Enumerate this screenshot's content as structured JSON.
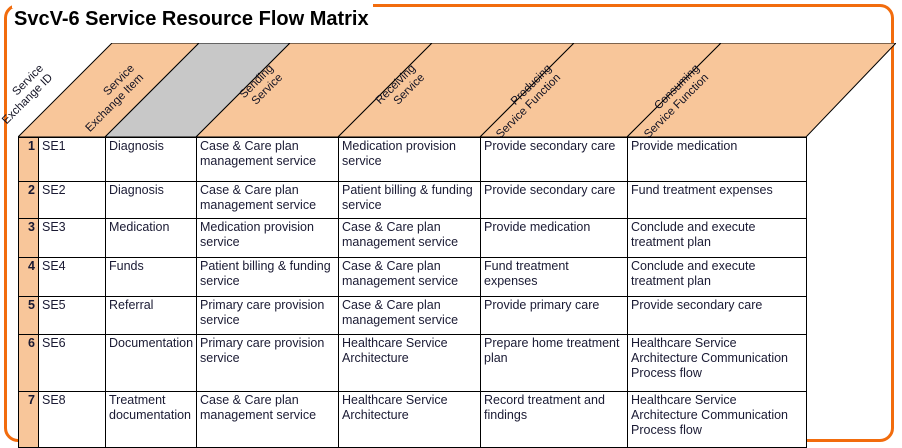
{
  "title": "SvcV-6 Service Resource Flow Matrix",
  "colors": {
    "frame_border": "#f26c0d",
    "header_orange": "#f8c69a",
    "header_gray": "#c8c8c8",
    "grid_line": "#000000",
    "cell_text": "#1a1a33",
    "rownum_bg": "#f8c69a"
  },
  "header": {
    "columns": [
      {
        "label_lines": [
          "Service",
          "Exchange ID"
        ],
        "fill": "orange"
      },
      {
        "label_lines": [
          "Service",
          "Exchange Item"
        ],
        "fill": "gray"
      },
      {
        "label_lines": [
          "Sending",
          "Service"
        ],
        "fill": "orange"
      },
      {
        "label_lines": [
          "Receiving",
          "Service"
        ],
        "fill": "orange"
      },
      {
        "label_lines": [
          "Producing",
          "Service Function"
        ],
        "fill": "orange"
      },
      {
        "label_lines": [
          "Consuming",
          "Service Function"
        ],
        "fill": "orange"
      }
    ]
  },
  "table": {
    "rows": [
      {
        "num": "1",
        "exchange_id": "SE1",
        "exchange_item": "Diagnosis",
        "sending_service": "Case & Care plan management service",
        "receiving_service": "Medication provision service",
        "producing_function": "Provide secondary care",
        "consuming_function": "Provide medication"
      },
      {
        "num": "2",
        "exchange_id": "SE2",
        "exchange_item": "Diagnosis",
        "sending_service": "Case & Care plan management service",
        "receiving_service": "Patient billing & funding service",
        "producing_function": "Provide secondary care",
        "consuming_function": "Fund treatment expenses"
      },
      {
        "num": "3",
        "exchange_id": "SE3",
        "exchange_item": "Medication",
        "sending_service": "Medication provision service",
        "receiving_service": "Case & Care plan management service",
        "producing_function": "Provide medication",
        "consuming_function": "Conclude and execute treatment plan"
      },
      {
        "num": "4",
        "exchange_id": "SE4",
        "exchange_item": "Funds",
        "sending_service": "Patient billing & funding service",
        "receiving_service": "Case & Care plan management service",
        "producing_function": "Fund treatment expenses",
        "consuming_function": "Conclude and execute treatment plan"
      },
      {
        "num": "5",
        "exchange_id": "SE5",
        "exchange_item": "Referral",
        "sending_service": "Primary care provision service",
        "receiving_service": "Case & Care plan management service",
        "producing_function": "Provide primary care",
        "consuming_function": "Provide secondary care"
      },
      {
        "num": "6",
        "exchange_id": "SE6",
        "exchange_item": "Documentation",
        "sending_service": "Primary care provision service",
        "receiving_service": "Healthcare Service Architecture",
        "producing_function": "Prepare home treatment plan",
        "consuming_function": "Healthcare Service Architecture Communication Process flow"
      },
      {
        "num": "7",
        "exchange_id": "SE8",
        "exchange_item": "Treatment documentation",
        "sending_service": "Case & Care plan management service",
        "receiving_service": "Healthcare Service Architecture",
        "producing_function": "Record treatment and findings",
        "consuming_function": "Healthcare Service Architecture Communication Process flow"
      }
    ]
  }
}
